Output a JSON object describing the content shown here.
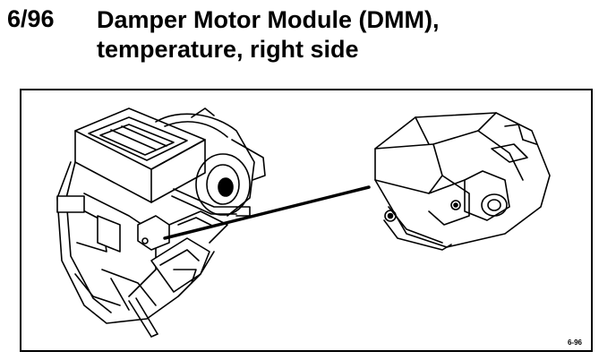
{
  "header": {
    "number": "6/96",
    "title_line1": "Damper Motor Module (DMM),",
    "title_line2": "temperature, right side"
  },
  "figure": {
    "label": "6-96"
  }
}
